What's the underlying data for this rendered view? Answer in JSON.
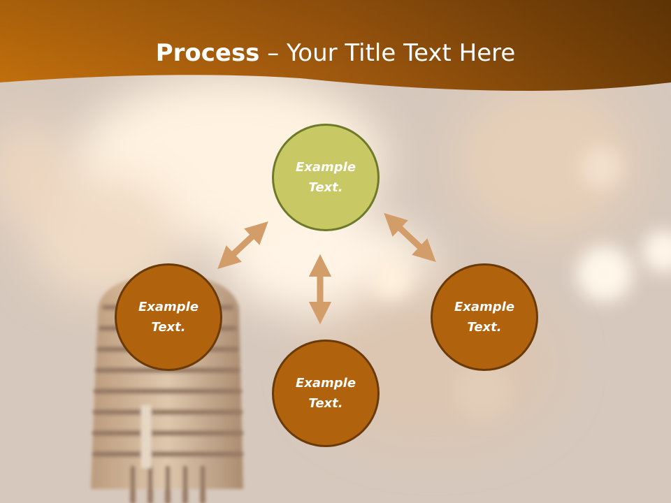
{
  "title": {
    "bold": "Process",
    "rest": " – Your Title Text Here"
  },
  "colors": {
    "banner_dark": "#7a4205",
    "banner_light": "#c07018",
    "node_green": "#c8c864",
    "node_green_border": "#6e7a2a",
    "node_brown": "#b0620c",
    "node_brown_border": "#6a3a08",
    "arrow": "#d39d6a"
  },
  "nodes": [
    {
      "id": "top",
      "line1": "Example",
      "line2": "Text."
    },
    {
      "id": "left",
      "line1": "Example",
      "line2": "Text."
    },
    {
      "id": "right",
      "line1": "Example",
      "line2": "Text."
    },
    {
      "id": "bottom",
      "line1": "Example",
      "line2": "Text."
    }
  ]
}
